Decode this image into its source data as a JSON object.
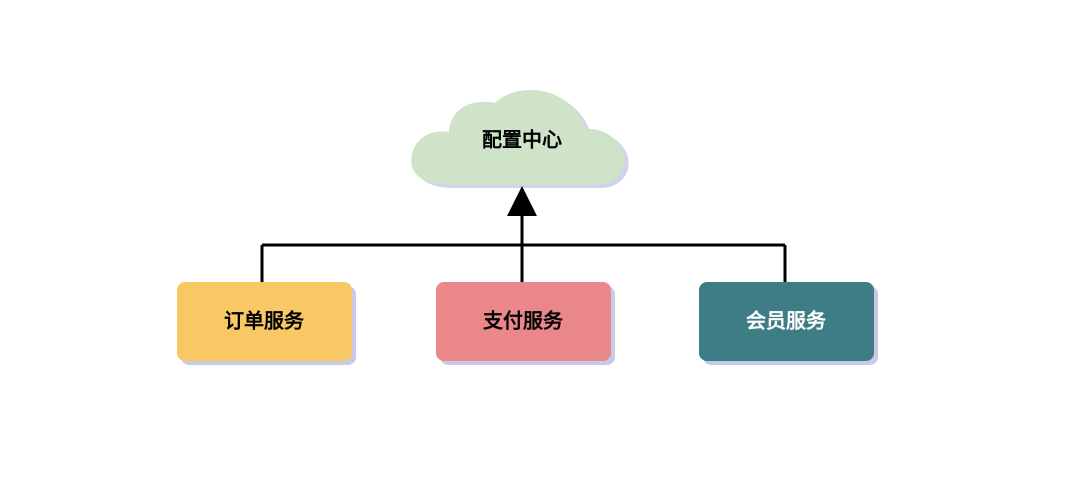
{
  "diagram": {
    "root": {
      "label": "配置中心",
      "shape": "cloud",
      "fill": "#cfe3c9"
    },
    "children": [
      {
        "label": "订单服务",
        "fill": "#f8c865",
        "text_color": "#000000"
      },
      {
        "label": "支付服务",
        "fill": "#ea878a",
        "text_color": "#000000"
      },
      {
        "label": "会员服务",
        "fill": "#3f7d86",
        "text_color": "#ffffff"
      }
    ],
    "connector_color": "#000000",
    "shadow_color": "#c8cbe8"
  }
}
